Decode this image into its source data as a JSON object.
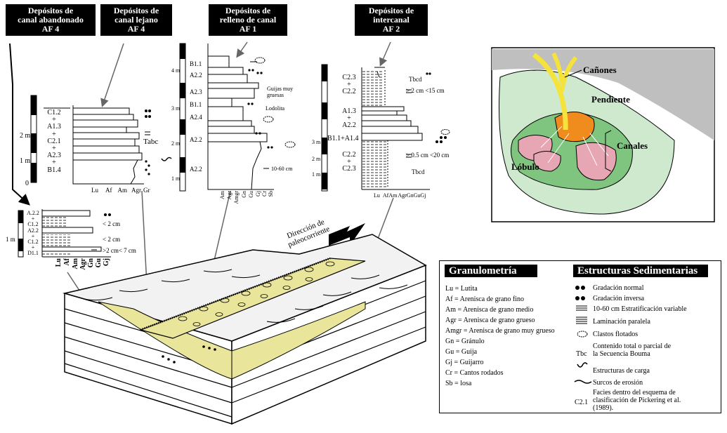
{
  "headers": {
    "af4_abandonado": [
      "Depósitos de",
      "canal abandonado",
      "AF 4"
    ],
    "af4_lejano": [
      "Depósitos de",
      "canal lejano",
      "AF 4"
    ],
    "af1": [
      "Depósitos de",
      "relleno de canal",
      "AF 1"
    ],
    "af2": [
      "Depósitos de",
      "intercanal",
      "AF 2"
    ]
  },
  "col_lejano": {
    "scale": [
      "2 m",
      "1 m",
      "0"
    ],
    "facies": [
      "C1.2",
      "+",
      "A1.3",
      "+",
      "C2.1",
      "+",
      "A2.3",
      "+",
      "B1.4"
    ],
    "xaxis": [
      "Lu",
      "Af",
      "Am",
      "Agr",
      "Gr"
    ],
    "note": "Tabc"
  },
  "col_relleno": {
    "facies": [
      "B1.1",
      "A2.2",
      "A2.3",
      "B1.1",
      "A2.4",
      "A2.2",
      "A2.2"
    ],
    "scale": [
      "4 m",
      "3 m",
      "2 m",
      "1 m"
    ],
    "notes": [
      "Guijas muy",
      "gruesas",
      "Lodolita",
      "10-60 cm"
    ],
    "xaxis": [
      "Am",
      "Agr",
      "Amgr",
      "Gn",
      "Gu",
      "Gj",
      "Cr",
      "Sb"
    ]
  },
  "col_intercanal": {
    "facies_top": [
      "C2.3",
      "+",
      "C2.2"
    ],
    "facies_mid": [
      "A1.3",
      "+",
      "A2.2"
    ],
    "facies_b": "B1.1+A1.4",
    "facies_bot": [
      "C2.2",
      "+",
      "C2.3"
    ],
    "scale": [
      "3 m",
      "2 m",
      "1 m"
    ],
    "notes": [
      "Tbcd",
      "> 2 cm <15 cm",
      "> 0.5 cm <20 cm",
      "Tbcd"
    ],
    "xaxis": [
      "Lu",
      "Af",
      "Am",
      "Agr",
      "Gn",
      "Gu",
      "Gj"
    ]
  },
  "col_abandonado": {
    "facies": [
      "A.2.2",
      "+",
      "C1.2",
      "A2.2",
      "+",
      "C1.2",
      "+",
      "D1.1"
    ],
    "scale": "1 m",
    "notes": [
      "< 2 cm",
      "< 2 cm",
      ">2 cm< 7 cm"
    ],
    "xaxis": [
      "Lu",
      "Af",
      "Am",
      "Agr",
      "Gn",
      "Gu",
      "Gj"
    ]
  },
  "direccion": [
    "Dirección de",
    "paleocorriente"
  ],
  "mapa": {
    "canones": "Cañones",
    "pendiente": "Pendiente",
    "canales": "Canales",
    "lobulo": "Lóbulo"
  },
  "granulometria": {
    "title": "Granulometría",
    "items": [
      "Lu = Lutita",
      "Af = Arenisca de grano fino",
      "Am = Arenisca de grano medio",
      "Agr = Arenisca de grano grueso",
      "Amgr = Arenisca de grano muy grueso",
      "Gn = Gránulo",
      "Gu  =  Guija",
      "Gj = Guijarro",
      "Cr = Cantos rodados",
      "Sb = losa"
    ]
  },
  "estructuras": {
    "title": "Estructuras Sedimentarias",
    "items": [
      "Gradación normal",
      "Gradación inversa",
      "10-60 cm  Estratificación variable",
      "Laminación paralela",
      "Clastos flotados",
      "Contenido total o parcial de la Secuencia Bouma",
      "Estructuras de carga",
      "Surcos de erosión",
      "Facies dentro del esquema de clasificación de Pickering et al. (1989)."
    ],
    "tbc": "Tbc",
    "c21": "C2.1"
  },
  "colors": {
    "sand": "#e9e59a",
    "slope": "#cfe9cf",
    "fan": "#7fc47f",
    "lobe": "#e7a6b4",
    "channel": "#f08c1e",
    "canyon": "#f5e23a"
  }
}
